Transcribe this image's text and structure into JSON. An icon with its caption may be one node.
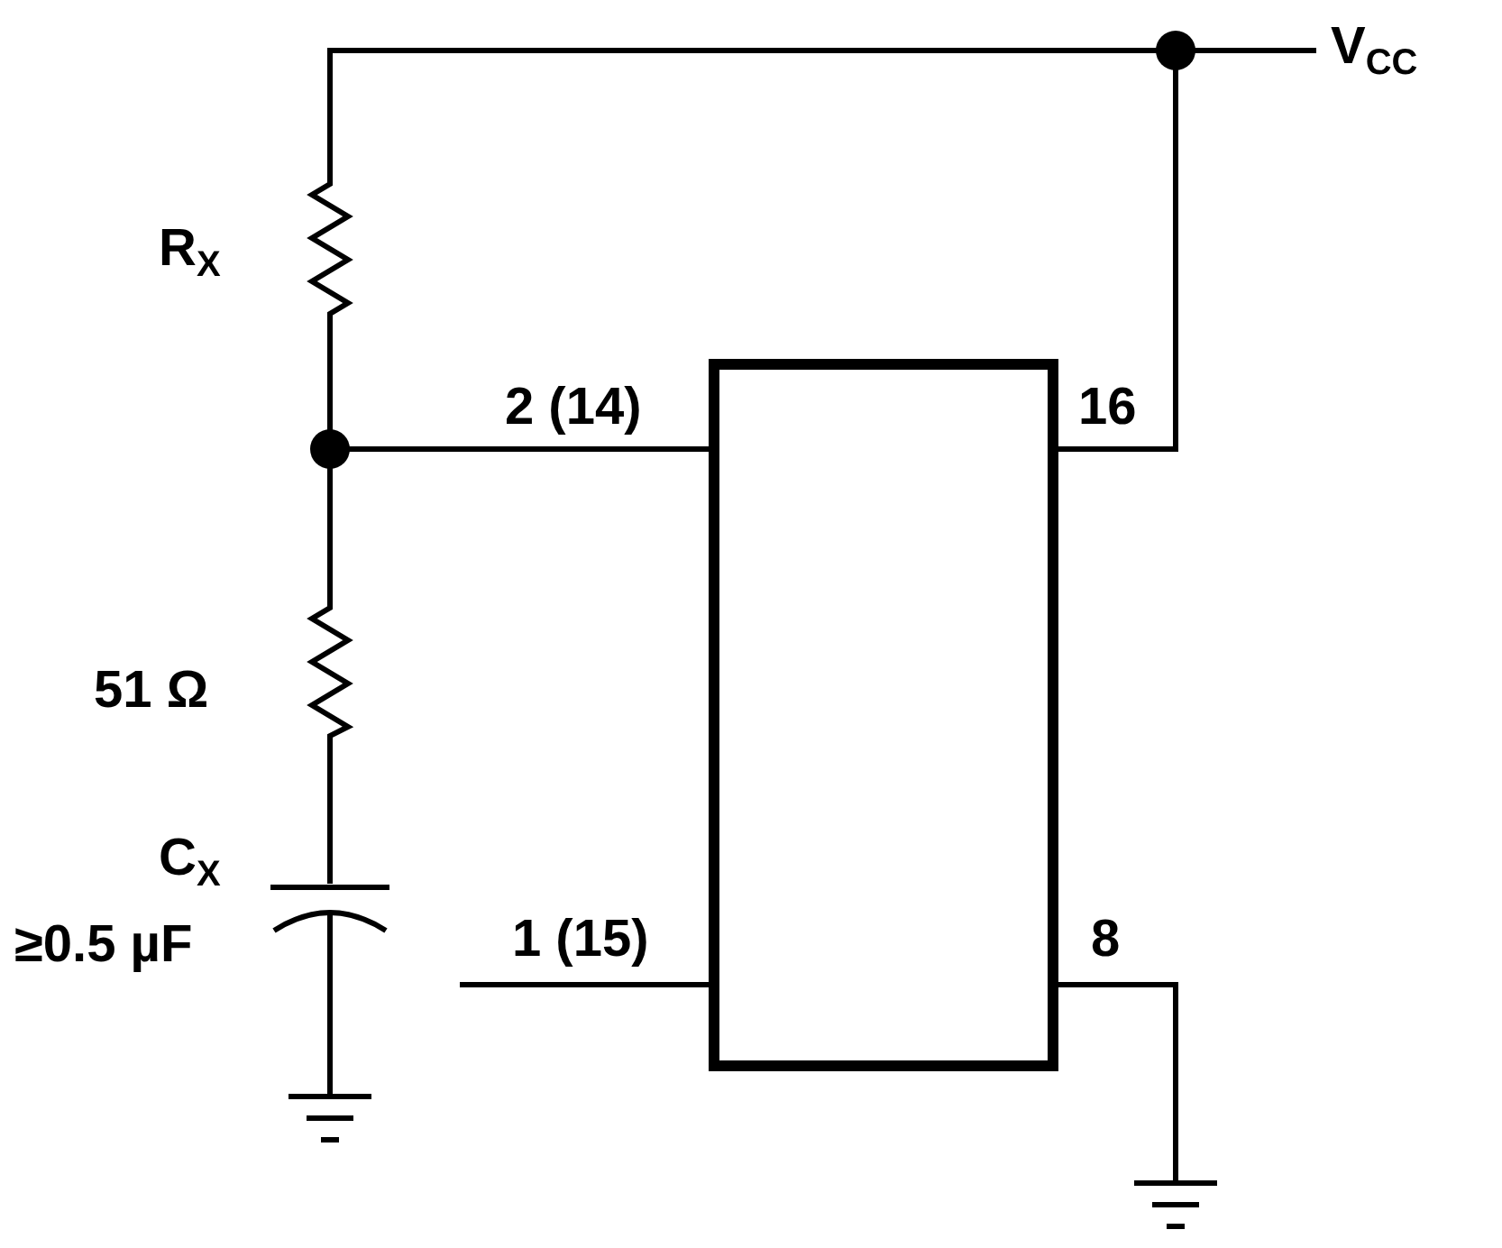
{
  "diagram": {
    "labels": [
      "V$_{CC}$",
      "R$_{X}$",
      "2 (14)",
      "16",
      "51 Ω",
      "C$_{X}$",
      "≥0.5 µF",
      "1 (15)",
      "8"
    ]
  }
}
